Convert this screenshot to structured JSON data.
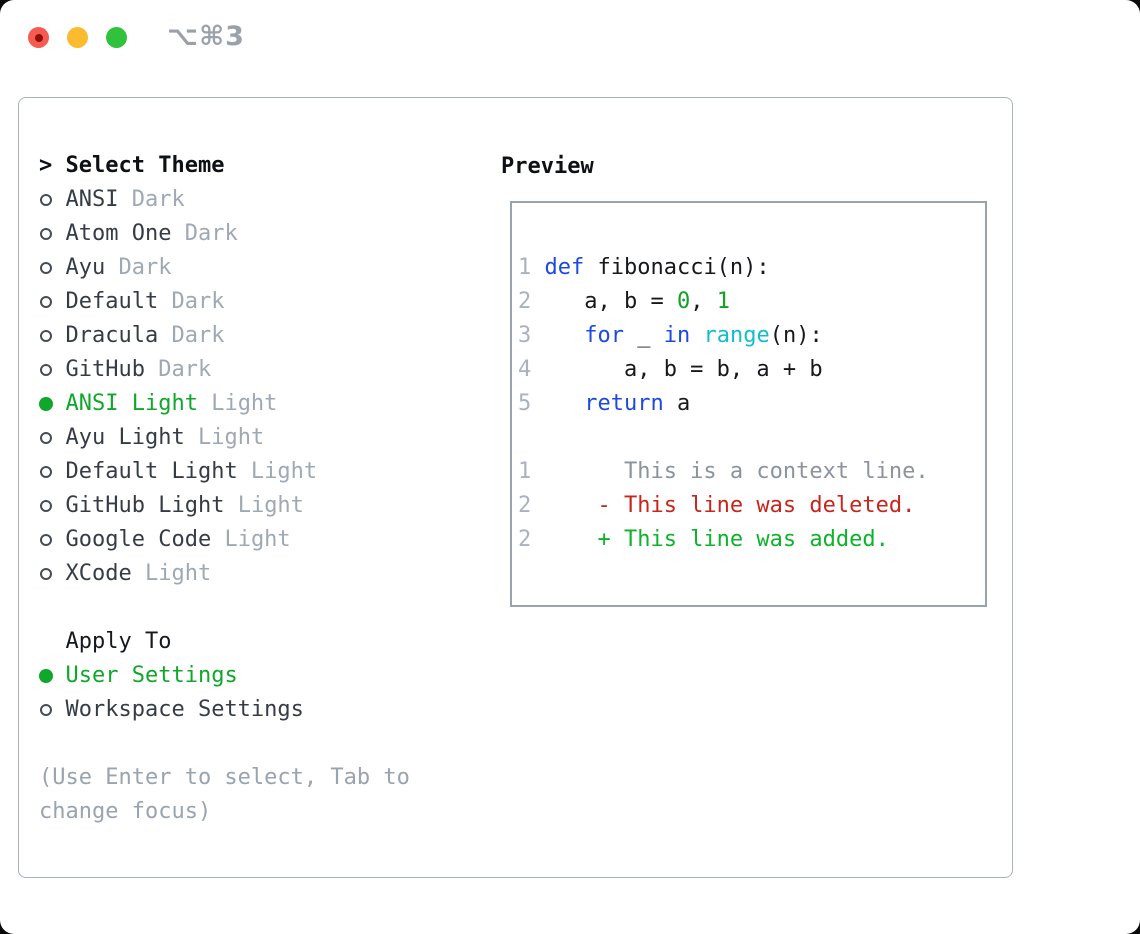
{
  "titlebar": {
    "title": "⌥⌘3"
  },
  "colors": {
    "green": "#10a72b",
    "kw": "#1d49e0",
    "num": "#0fa324",
    "fn": "#10bfcb",
    "ctx": "#8b939e",
    "del": "#c8261c",
    "add": "#0db32a"
  },
  "theme_list": {
    "cursor": ">",
    "title": "Select Theme",
    "items": [
      {
        "name": "ANSI",
        "variant": "Dark",
        "selected": false
      },
      {
        "name": "Atom One",
        "variant": "Dark",
        "selected": false
      },
      {
        "name": "Ayu",
        "variant": "Dark",
        "selected": false
      },
      {
        "name": "Default",
        "variant": "Dark",
        "selected": false
      },
      {
        "name": "Dracula",
        "variant": "Dark",
        "selected": false
      },
      {
        "name": "GitHub",
        "variant": "Dark",
        "selected": false
      },
      {
        "name": "ANSI Light",
        "variant": "Light",
        "selected": true
      },
      {
        "name": "Ayu Light",
        "variant": "Light",
        "selected": false
      },
      {
        "name": "Default Light",
        "variant": "Light",
        "selected": false
      },
      {
        "name": "GitHub Light",
        "variant": "Light",
        "selected": false
      },
      {
        "name": "Google Code",
        "variant": "Light",
        "selected": false
      },
      {
        "name": "XCode",
        "variant": "Light",
        "selected": false
      }
    ]
  },
  "apply_to": {
    "title": "Apply To",
    "options": [
      {
        "label": "User Settings",
        "selected": true
      },
      {
        "label": "Workspace Settings",
        "selected": false
      }
    ]
  },
  "hint": {
    "line1": "(Use Enter to select, Tab to",
    "line2": "change focus)"
  },
  "preview": {
    "title": "Preview",
    "code_lines": [
      {
        "num": "1",
        "segments": [
          {
            "t": "def",
            "c": "kw"
          },
          {
            "t": " fibonacci(n):",
            "c": "plain"
          }
        ]
      },
      {
        "num": "2",
        "segments": [
          {
            "t": "   a, b = ",
            "c": "plain"
          },
          {
            "t": "0",
            "c": "num"
          },
          {
            "t": ", ",
            "c": "plain"
          },
          {
            "t": "1",
            "c": "num"
          }
        ]
      },
      {
        "num": "3",
        "segments": [
          {
            "t": "   ",
            "c": "plain"
          },
          {
            "t": "for",
            "c": "kw"
          },
          {
            "t": " _ ",
            "c": "plain"
          },
          {
            "t": "in",
            "c": "kw"
          },
          {
            "t": " ",
            "c": "plain"
          },
          {
            "t": "range",
            "c": "fn"
          },
          {
            "t": "(n):",
            "c": "plain"
          }
        ]
      },
      {
        "num": "4",
        "segments": [
          {
            "t": "      a, b = b, a + b",
            "c": "plain"
          }
        ]
      },
      {
        "num": "5",
        "segments": [
          {
            "t": "   ",
            "c": "plain"
          },
          {
            "t": "return",
            "c": "kw"
          },
          {
            "t": " a",
            "c": "plain"
          }
        ]
      }
    ],
    "diff_lines": [
      {
        "num": "1",
        "segments": [
          {
            "t": "      This is a context line.",
            "c": "ctx"
          }
        ]
      },
      {
        "num": "2",
        "segments": [
          {
            "t": "    - This line was deleted.",
            "c": "del"
          }
        ]
      },
      {
        "num": "2",
        "segments": [
          {
            "t": "    + This line was added.",
            "c": "add"
          }
        ]
      }
    ]
  }
}
